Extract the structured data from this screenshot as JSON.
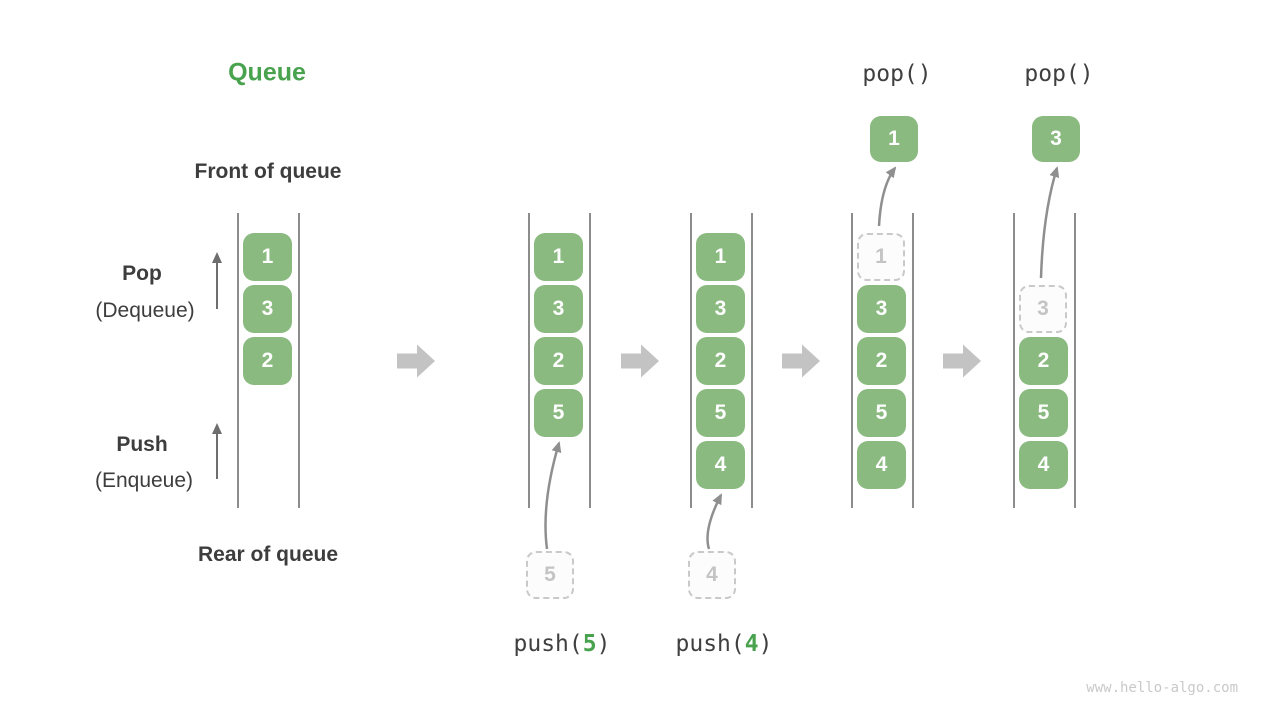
{
  "title": "Queue",
  "watermark": "www.hello-algo.com",
  "side_labels": {
    "front": "Front of queue",
    "rear": "Rear of queue",
    "pop_main": "Pop",
    "pop_sub": "(Dequeue)",
    "push_main": "Push",
    "push_sub": "(Enqueue)"
  },
  "colors": {
    "box_green": "#8aba80",
    "accent_green": "#49a24e",
    "text_dark": "#3d3d3d",
    "mono_dark": "#3f3f3f",
    "line_gray": "#8c8c8c",
    "arrow_gray": "#8f8f8f",
    "block_arrow_gray": "#c3c3c3",
    "dashed_border": "#c9c9c9",
    "dashed_text": "#c4c4c4",
    "watermark_gray": "#c9c9c9"
  },
  "states": [
    {
      "name": "state-initial",
      "slots": [
        "1",
        "3",
        "2",
        null,
        null
      ],
      "dashed_slot": null,
      "op": null
    },
    {
      "name": "state-push-5",
      "slots": [
        "1",
        "3",
        "2",
        "5",
        null
      ],
      "dashed_slot": null,
      "op": {
        "kind": "push",
        "caption_pre": "push(",
        "caption_arg": "5",
        "caption_post": ")",
        "incoming_value": "5",
        "target_slot": 3
      }
    },
    {
      "name": "state-push-4",
      "slots": [
        "1",
        "3",
        "2",
        "5",
        "4"
      ],
      "dashed_slot": null,
      "op": {
        "kind": "push",
        "caption_pre": "push(",
        "caption_arg": "4",
        "caption_post": ")",
        "incoming_value": "4",
        "target_slot": 4
      }
    },
    {
      "name": "state-pop-1",
      "slots": [
        null,
        "3",
        "2",
        "5",
        "4"
      ],
      "dashed_slot": {
        "index": 0,
        "value": "1"
      },
      "op": {
        "kind": "pop",
        "caption": "pop()",
        "out_value": "1",
        "from_slot": 0
      }
    },
    {
      "name": "state-pop-3",
      "slots": [
        null,
        null,
        "2",
        "5",
        "4"
      ],
      "dashed_slot": {
        "index": 1,
        "value": "3"
      },
      "op": {
        "kind": "pop",
        "caption": "pop()",
        "out_value": "3",
        "from_slot": 1
      }
    }
  ]
}
